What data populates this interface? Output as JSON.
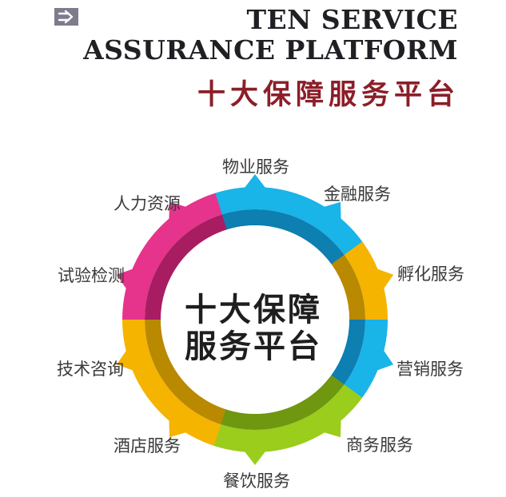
{
  "header": {
    "title_en_line1": "TEN SERVICE",
    "title_en_line2": "ASSURANCE PLATFORM",
    "title_cn": "十大保障服务平台",
    "icon": "arrow-right-icon"
  },
  "center": {
    "line1": "十大保障",
    "line2": "服务平台"
  },
  "segments": [
    {
      "label": "物业服务",
      "color": "#19b4e8",
      "dark": "#0d7fb0"
    },
    {
      "label": "金融服务",
      "color": "#19b4e8",
      "dark": "#0d7fb0"
    },
    {
      "label": "孵化服务",
      "color": "#f5b400",
      "dark": "#b98900"
    },
    {
      "label": "营销服务",
      "color": "#19b4e8",
      "dark": "#0d7fb0"
    },
    {
      "label": "商务服务",
      "color": "#9acd1c",
      "dark": "#6f9710"
    },
    {
      "label": "餐饮服务",
      "color": "#9acd1c",
      "dark": "#6f9710"
    },
    {
      "label": "酒店服务",
      "color": "#f5b400",
      "dark": "#b98900"
    },
    {
      "label": "技术咨询",
      "color": "#f5b400",
      "dark": "#b98900"
    },
    {
      "label": "试验检测",
      "color": "#e6338b",
      "dark": "#a81d62"
    },
    {
      "label": "人力资源",
      "color": "#e6338b",
      "dark": "#a81d62"
    }
  ]
}
